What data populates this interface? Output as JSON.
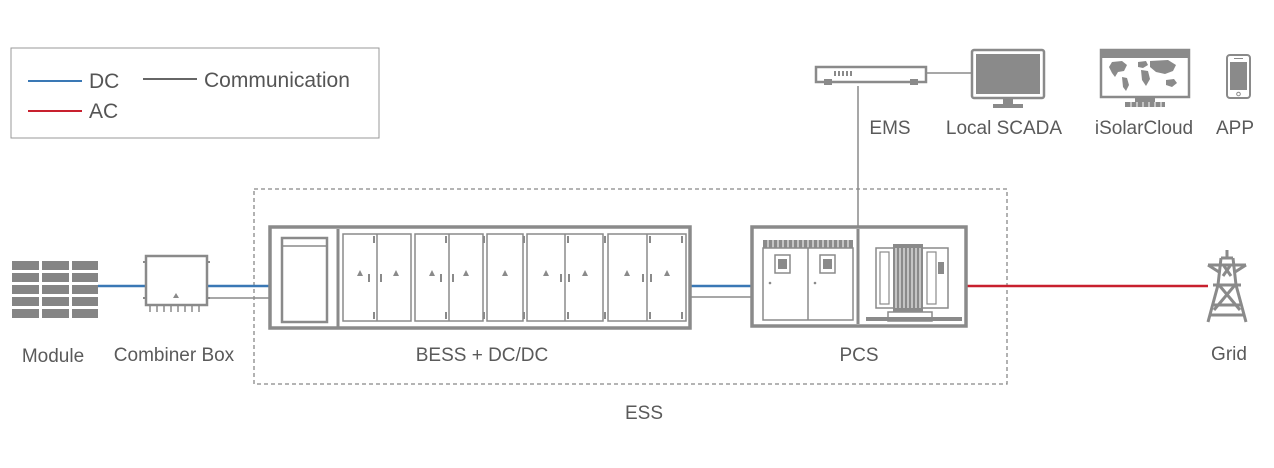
{
  "legend": {
    "items": [
      {
        "label": "DC",
        "color": "#3a78b5"
      },
      {
        "label": "AC",
        "color": "#c8202e"
      },
      {
        "label": "Communication",
        "color": "#666666"
      }
    ]
  },
  "components": {
    "module": "Module",
    "combiner_box": "Combiner Box",
    "bess": "BESS + DC/DC",
    "pcs": "PCS",
    "grid": "Grid",
    "ess": "ESS",
    "ems": "EMS",
    "local_scada": "Local SCADA",
    "isolarcloud": "iSolarCloud",
    "app": "APP"
  },
  "colors": {
    "dc": "#3a78b5",
    "ac": "#c8202e",
    "communication": "#8a8a8a",
    "equipment": "#8a8a8a"
  },
  "icons": [
    "solar-panel-icon",
    "combiner-box-icon",
    "battery-container-icon",
    "pcs-container-icon",
    "transmission-tower-icon",
    "ems-device-icon",
    "monitor-icon",
    "world-map-screen-icon",
    "smartphone-icon"
  ]
}
